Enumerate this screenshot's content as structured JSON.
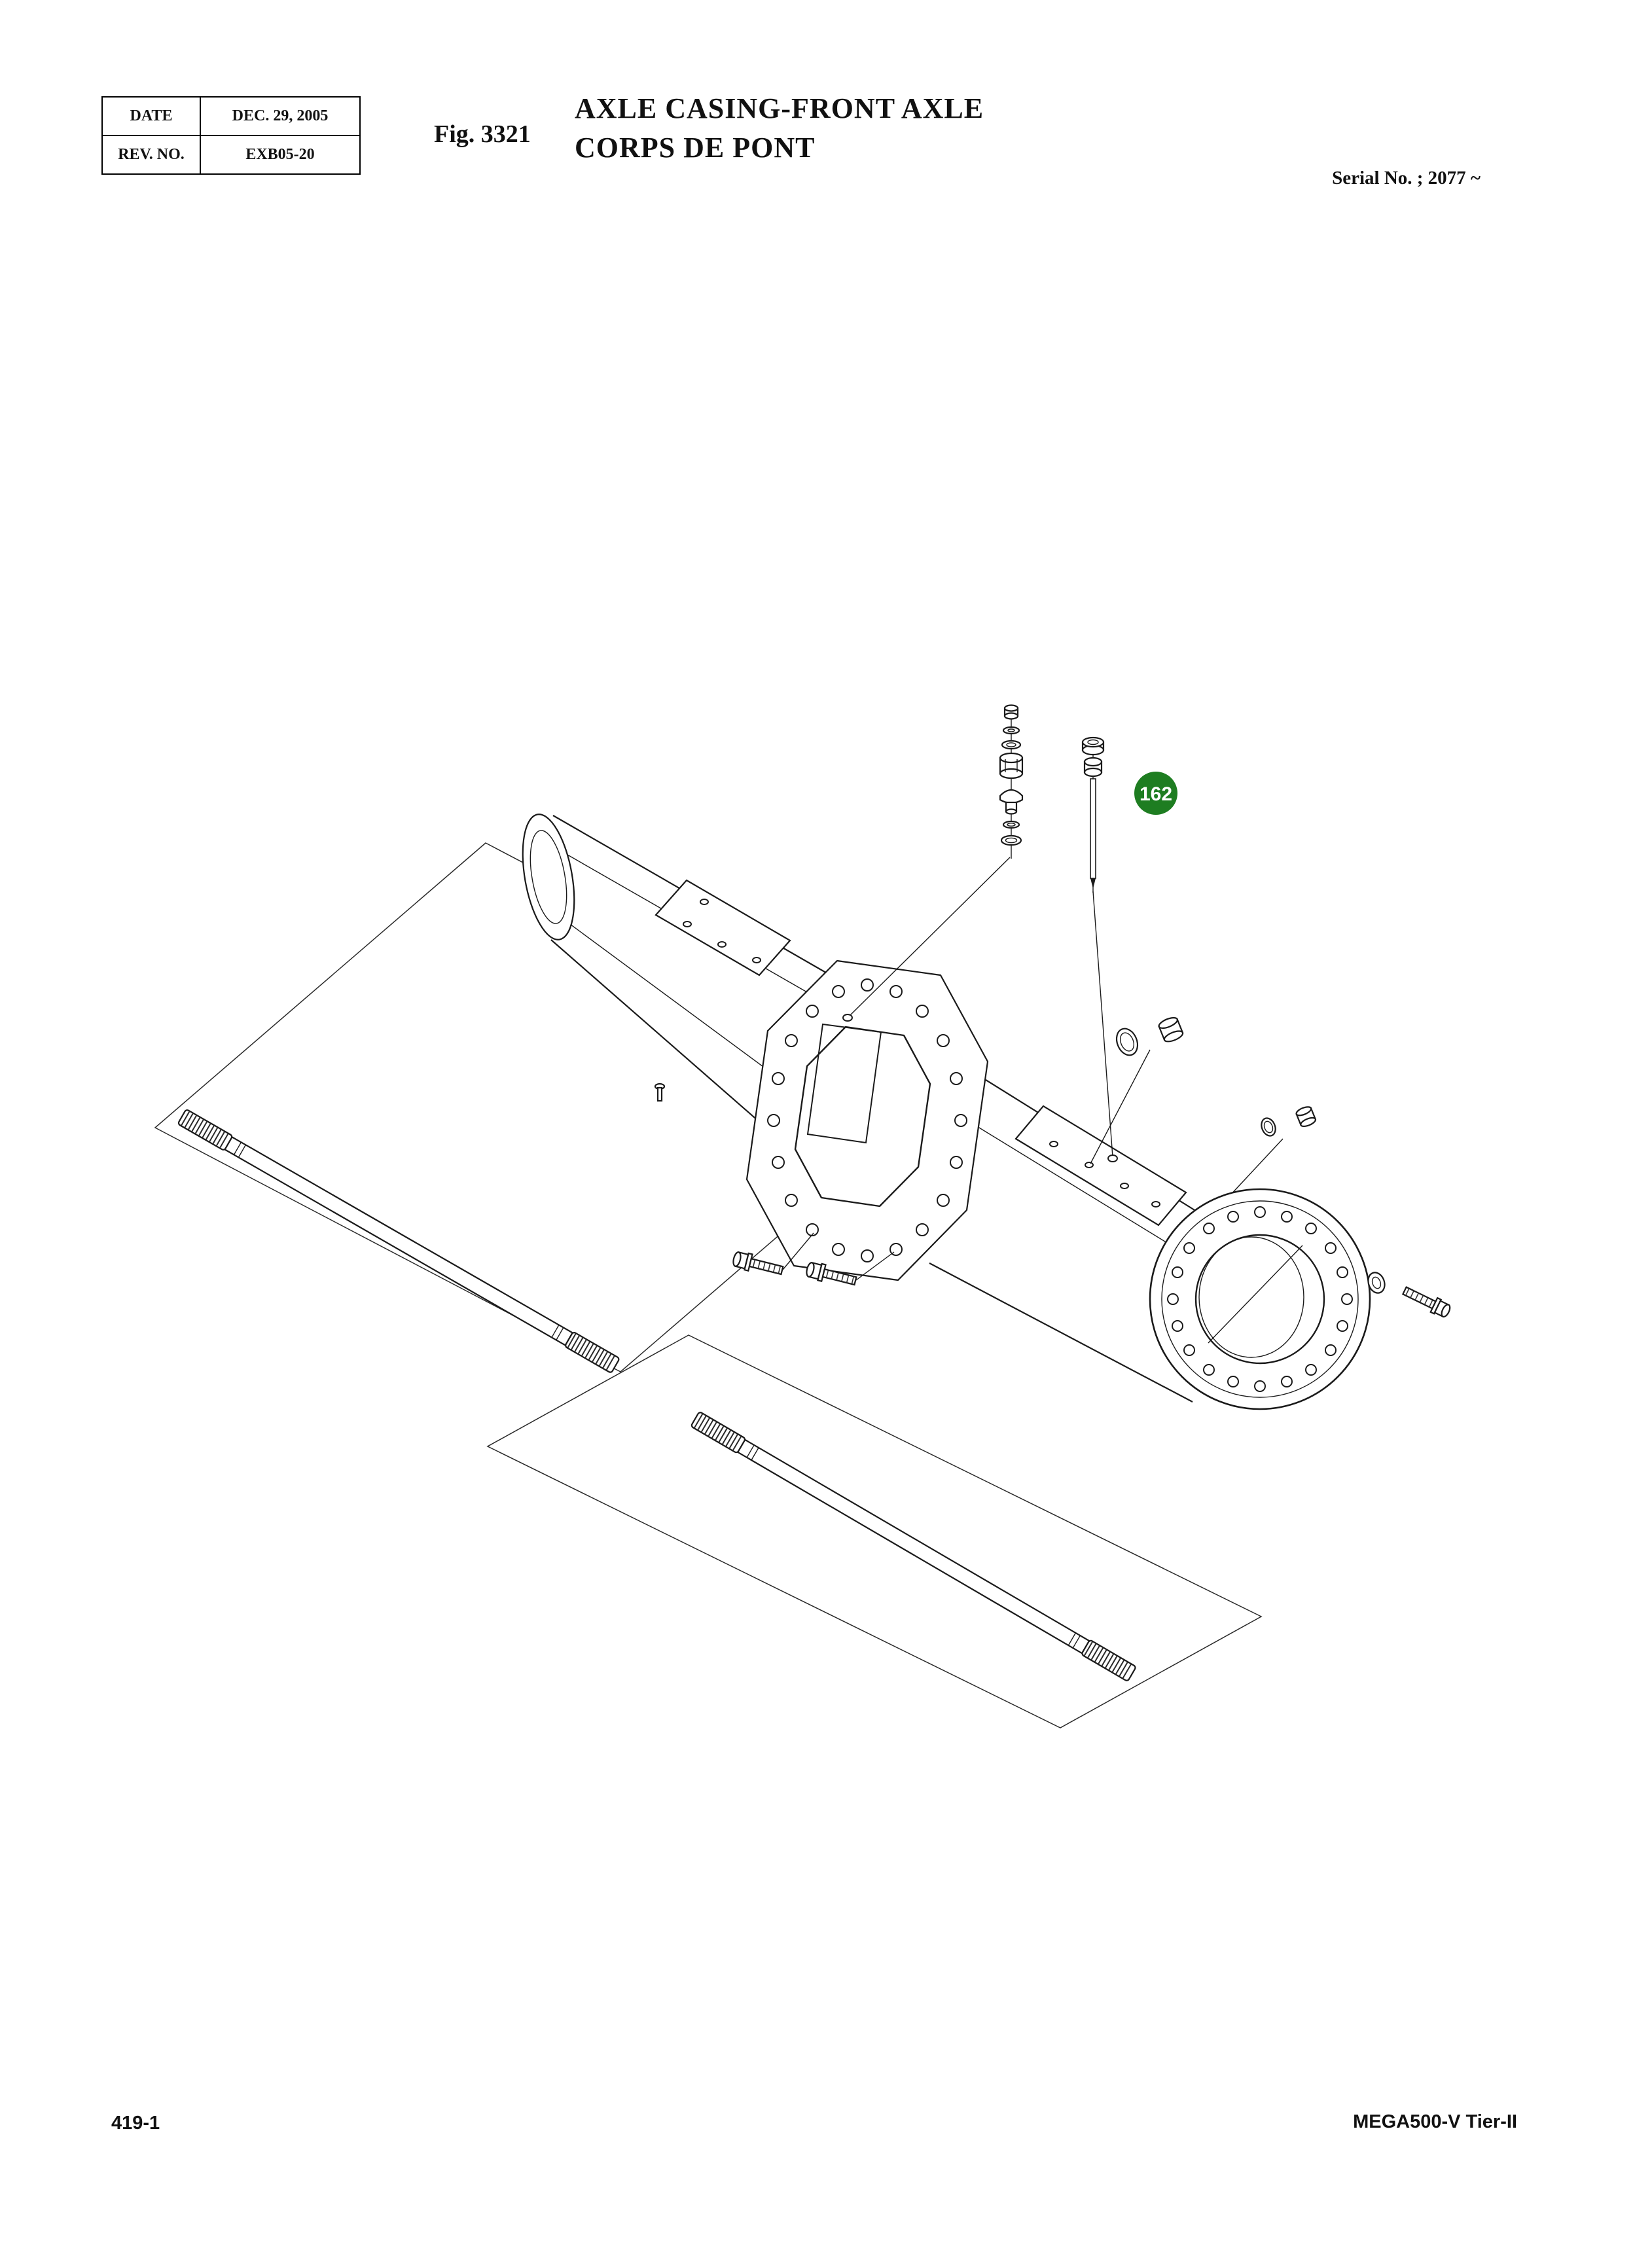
{
  "header": {
    "table": {
      "rows": [
        {
          "label": "DATE",
          "value": "DEC. 29, 2005"
        },
        {
          "label": "REV. NO.",
          "value": "EXB05-20"
        }
      ]
    },
    "fig_label": "Fig. 3321",
    "title_line1": "AXLE CASING-FRONT AXLE",
    "title_line2": "CORPS DE PONT",
    "serial_no": "Serial No. ; 2077 ~"
  },
  "diagram": {
    "callout": {
      "label": "162",
      "color": "#1e7d21",
      "text_color": "#ffffff"
    }
  },
  "footer": {
    "page_number": "419-1",
    "model": "MEGA500-V Tier-II"
  }
}
